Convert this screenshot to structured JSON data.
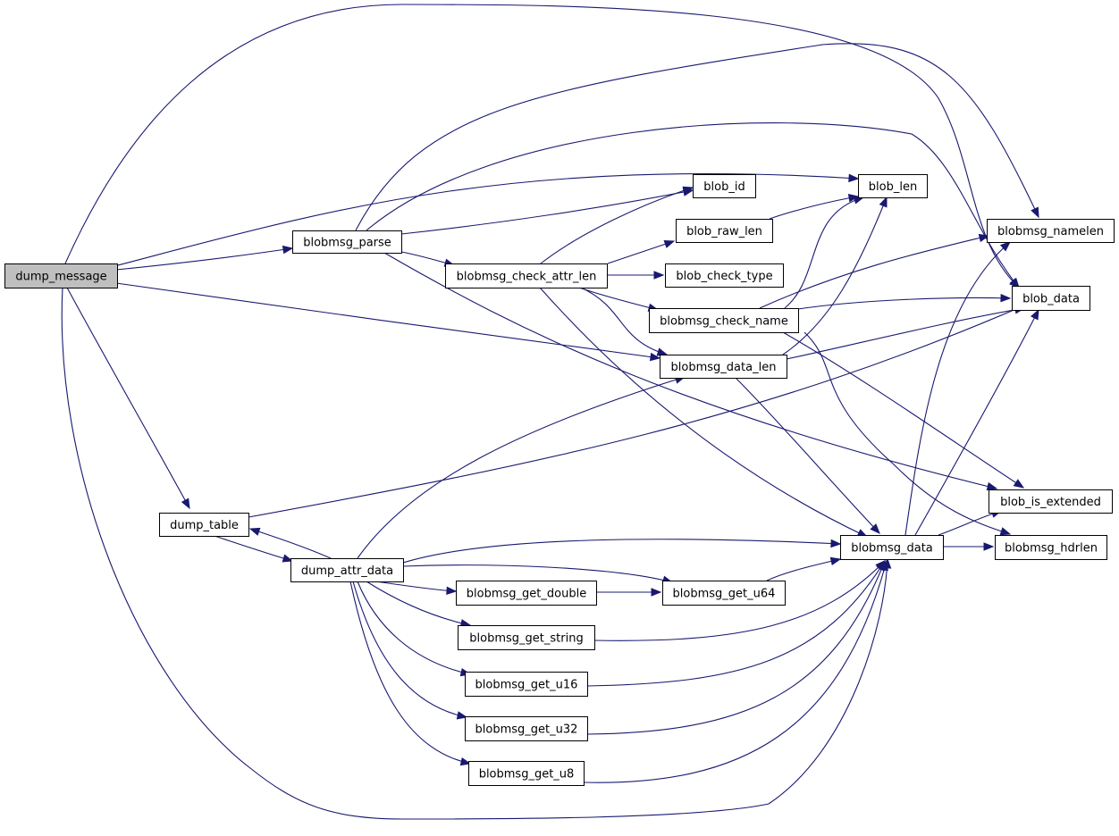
{
  "diagram": {
    "nodes": [
      {
        "id": "dump_message",
        "label": "dump_message",
        "root": true
      },
      {
        "id": "blobmsg_parse",
        "label": "blobmsg_parse"
      },
      {
        "id": "dump_table",
        "label": "dump_table"
      },
      {
        "id": "dump_attr_data",
        "label": "dump_attr_data"
      },
      {
        "id": "blob_id",
        "label": "blob_id"
      },
      {
        "id": "blob_len",
        "label": "blob_len"
      },
      {
        "id": "blob_raw_len",
        "label": "blob_raw_len"
      },
      {
        "id": "blobmsg_check_attr_len",
        "label": "blobmsg_check_attr_len"
      },
      {
        "id": "blob_check_type",
        "label": "blob_check_type"
      },
      {
        "id": "blobmsg_check_name",
        "label": "blobmsg_check_name"
      },
      {
        "id": "blobmsg_data_len",
        "label": "blobmsg_data_len"
      },
      {
        "id": "blobmsg_namelen",
        "label": "blobmsg_namelen"
      },
      {
        "id": "blob_data",
        "label": "blob_data"
      },
      {
        "id": "blob_is_extended",
        "label": "blob_is_extended"
      },
      {
        "id": "blobmsg_data",
        "label": "blobmsg_data"
      },
      {
        "id": "blobmsg_hdrlen",
        "label": "blobmsg_hdrlen"
      },
      {
        "id": "blobmsg_get_double",
        "label": "blobmsg_get_double"
      },
      {
        "id": "blobmsg_get_u64",
        "label": "blobmsg_get_u64"
      },
      {
        "id": "blobmsg_get_string",
        "label": "blobmsg_get_string"
      },
      {
        "id": "blobmsg_get_u16",
        "label": "blobmsg_get_u16"
      },
      {
        "id": "blobmsg_get_u32",
        "label": "blobmsg_get_u32"
      },
      {
        "id": "blobmsg_get_u8",
        "label": "blobmsg_get_u8"
      }
    ],
    "edges": [
      {
        "from": "dump_message",
        "to": "blob_data"
      },
      {
        "from": "dump_message",
        "to": "blob_len"
      },
      {
        "from": "dump_message",
        "to": "blobmsg_parse"
      },
      {
        "from": "dump_message",
        "to": "blobmsg_data_len"
      },
      {
        "from": "dump_message",
        "to": "dump_table"
      },
      {
        "from": "dump_message",
        "to": "blobmsg_data"
      },
      {
        "from": "blobmsg_parse",
        "to": "blobmsg_namelen"
      },
      {
        "from": "blobmsg_parse",
        "to": "blob_data"
      },
      {
        "from": "blobmsg_parse",
        "to": "blob_id"
      },
      {
        "from": "blobmsg_parse",
        "to": "blobmsg_check_attr_len"
      },
      {
        "from": "blobmsg_parse",
        "to": "blob_is_extended"
      },
      {
        "from": "blob_raw_len",
        "to": "blob_len"
      },
      {
        "from": "blobmsg_check_attr_len",
        "to": "blob_id"
      },
      {
        "from": "blobmsg_check_attr_len",
        "to": "blob_raw_len"
      },
      {
        "from": "blobmsg_check_attr_len",
        "to": "blob_check_type"
      },
      {
        "from": "blobmsg_check_attr_len",
        "to": "blobmsg_check_name"
      },
      {
        "from": "blobmsg_check_attr_len",
        "to": "blobmsg_data_len"
      },
      {
        "from": "blobmsg_check_attr_len",
        "to": "blobmsg_data"
      },
      {
        "from": "blobmsg_check_name",
        "to": "blob_len"
      },
      {
        "from": "blobmsg_check_name",
        "to": "blobmsg_namelen"
      },
      {
        "from": "blobmsg_check_name",
        "to": "blob_data"
      },
      {
        "from": "blobmsg_check_name",
        "to": "blob_is_extended"
      },
      {
        "from": "blobmsg_check_name",
        "to": "blobmsg_hdrlen"
      },
      {
        "from": "blobmsg_data_len",
        "to": "blob_len"
      },
      {
        "from": "blobmsg_data_len",
        "to": "blob_data"
      },
      {
        "from": "blobmsg_data_len",
        "to": "blobmsg_data"
      },
      {
        "from": "dump_table",
        "to": "blob_data"
      },
      {
        "from": "dump_table",
        "to": "dump_attr_data"
      },
      {
        "from": "dump_attr_data",
        "to": "dump_table"
      },
      {
        "from": "dump_attr_data",
        "to": "blobmsg_data_len"
      },
      {
        "from": "dump_attr_data",
        "to": "blobmsg_data"
      },
      {
        "from": "dump_attr_data",
        "to": "blobmsg_get_u64"
      },
      {
        "from": "dump_attr_data",
        "to": "blobmsg_get_double"
      },
      {
        "from": "dump_attr_data",
        "to": "blobmsg_get_string"
      },
      {
        "from": "dump_attr_data",
        "to": "blobmsg_get_u16"
      },
      {
        "from": "dump_attr_data",
        "to": "blobmsg_get_u32"
      },
      {
        "from": "dump_attr_data",
        "to": "blobmsg_get_u8"
      },
      {
        "from": "blobmsg_data",
        "to": "blobmsg_namelen"
      },
      {
        "from": "blobmsg_data",
        "to": "blob_data"
      },
      {
        "from": "blobmsg_data",
        "to": "blob_is_extended"
      },
      {
        "from": "blobmsg_data",
        "to": "blobmsg_hdrlen"
      },
      {
        "from": "blobmsg_get_double",
        "to": "blobmsg_get_u64"
      },
      {
        "from": "blobmsg_get_u64",
        "to": "blobmsg_data"
      },
      {
        "from": "blobmsg_get_string",
        "to": "blobmsg_data"
      },
      {
        "from": "blobmsg_get_u16",
        "to": "blobmsg_data"
      },
      {
        "from": "blobmsg_get_u32",
        "to": "blobmsg_data"
      },
      {
        "from": "blobmsg_get_u8",
        "to": "blobmsg_data"
      }
    ]
  },
  "colors": {
    "edge": "#191970",
    "root_fill": "#bfbfbf",
    "node_fill": "#ffffff",
    "node_border": "#000000"
  }
}
